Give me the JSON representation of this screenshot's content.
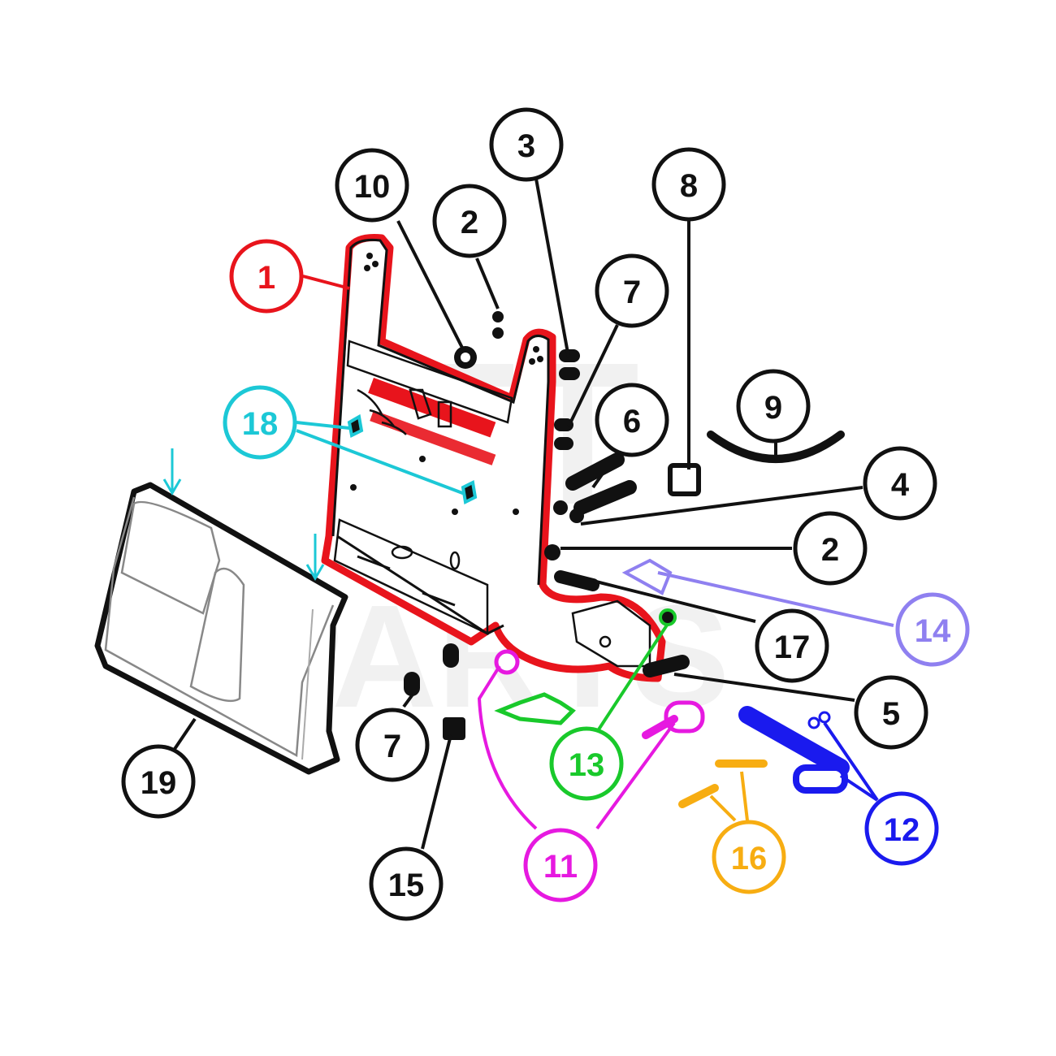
{
  "watermark": {
    "top": "ITT",
    "bottom": "PARTS"
  },
  "colors": {
    "black": "#111111",
    "red": "#e8141c",
    "cyan": "#1cc8d6",
    "lavender": "#8f80f0",
    "green": "#19c92b",
    "magenta": "#e619e0",
    "blue": "#1a1aee",
    "orange": "#f7ad12"
  },
  "callouts": [
    {
      "id": "c1",
      "label": "1",
      "color": "red"
    },
    {
      "id": "c2a",
      "label": "2",
      "color": "black"
    },
    {
      "id": "c2b",
      "label": "2",
      "color": "black"
    },
    {
      "id": "c3",
      "label": "3",
      "color": "black"
    },
    {
      "id": "c4",
      "label": "4",
      "color": "black"
    },
    {
      "id": "c5",
      "label": "5",
      "color": "black"
    },
    {
      "id": "c6",
      "label": "6",
      "color": "black"
    },
    {
      "id": "c7a",
      "label": "7",
      "color": "black"
    },
    {
      "id": "c7b",
      "label": "7",
      "color": "black"
    },
    {
      "id": "c8",
      "label": "8",
      "color": "black"
    },
    {
      "id": "c9",
      "label": "9",
      "color": "black"
    },
    {
      "id": "c10",
      "label": "10",
      "color": "black"
    },
    {
      "id": "c11",
      "label": "11",
      "color": "magenta"
    },
    {
      "id": "c12",
      "label": "12",
      "color": "blue"
    },
    {
      "id": "c13",
      "label": "13",
      "color": "green"
    },
    {
      "id": "c14",
      "label": "14",
      "color": "lavender"
    },
    {
      "id": "c15",
      "label": "15",
      "color": "black"
    },
    {
      "id": "c16",
      "label": "16",
      "color": "orange"
    },
    {
      "id": "c17",
      "label": "17",
      "color": "black"
    },
    {
      "id": "c18",
      "label": "18",
      "color": "cyan"
    },
    {
      "id": "c19",
      "label": "19",
      "color": "black"
    }
  ]
}
